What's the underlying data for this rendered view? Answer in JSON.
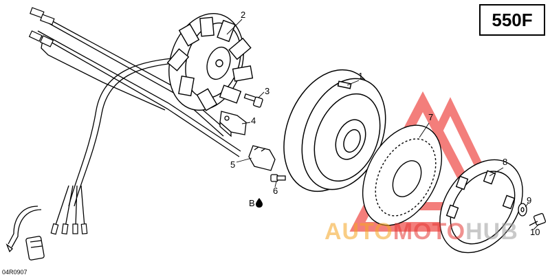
{
  "model_label": "550F",
  "reference_code": "04R0907",
  "callouts": {
    "c1": "1",
    "c2": "2",
    "c3": "3",
    "c4": "4",
    "c5": "5",
    "c6": "6",
    "c7": "7",
    "c8": "8",
    "c9": "9",
    "c10": "10"
  },
  "lubricant_marker": "B",
  "watermark": {
    "part1": "AUTO",
    "part2": "MOTO",
    "part3": "HUB",
    "colors": {
      "orange": "#f5a623",
      "red": "#e53935",
      "gray": "#9e9e9e"
    }
  }
}
